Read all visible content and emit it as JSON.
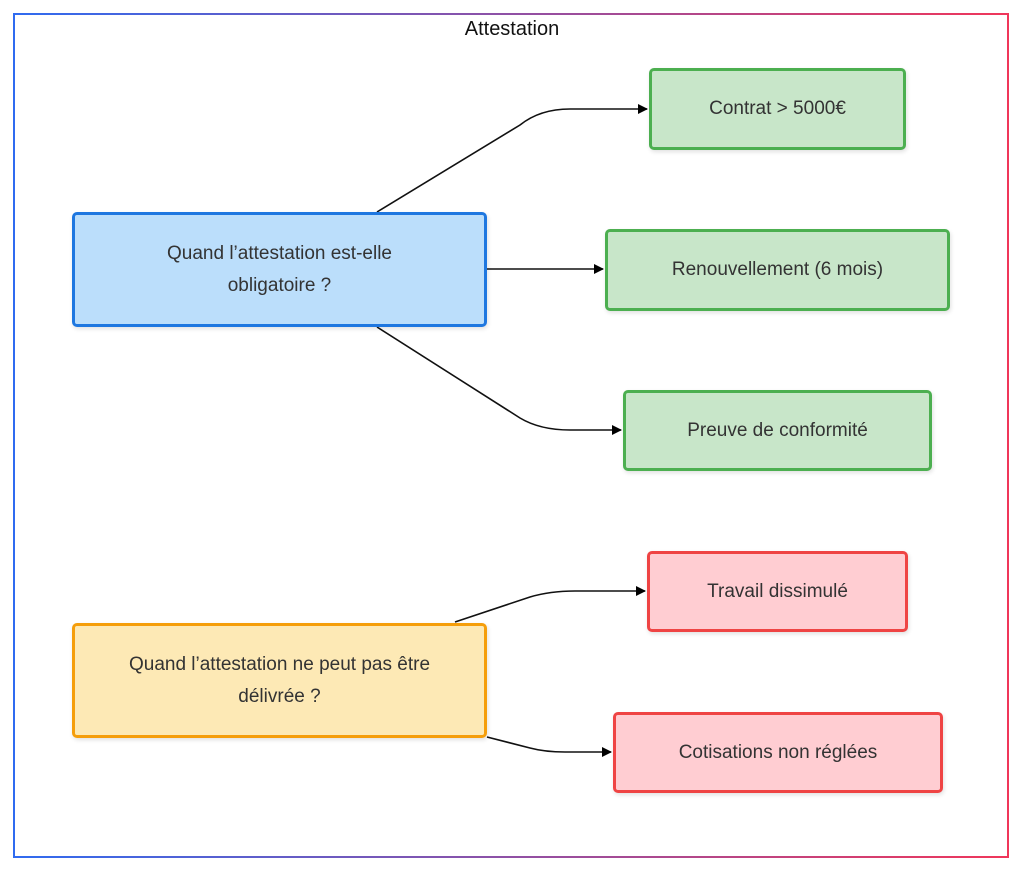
{
  "title": "Attestation",
  "nodes": {
    "q1": "Quand l’attestation est-elle obligatoire ?",
    "q2": "Quand l’attestation ne peut pas être délivrée ?",
    "contrat": "Contrat > 5000€",
    "renouvellement": "Renouvellement (6 mois)",
    "preuve": "Preuve de conformité",
    "travail": "Travail dissimulé",
    "cotisations": "Cotisations non réglées"
  },
  "colors": {
    "question": "#bbdefb",
    "warning": "#fde9b5",
    "ok": "#c8e6c9",
    "bad": "#ffcdd2"
  }
}
